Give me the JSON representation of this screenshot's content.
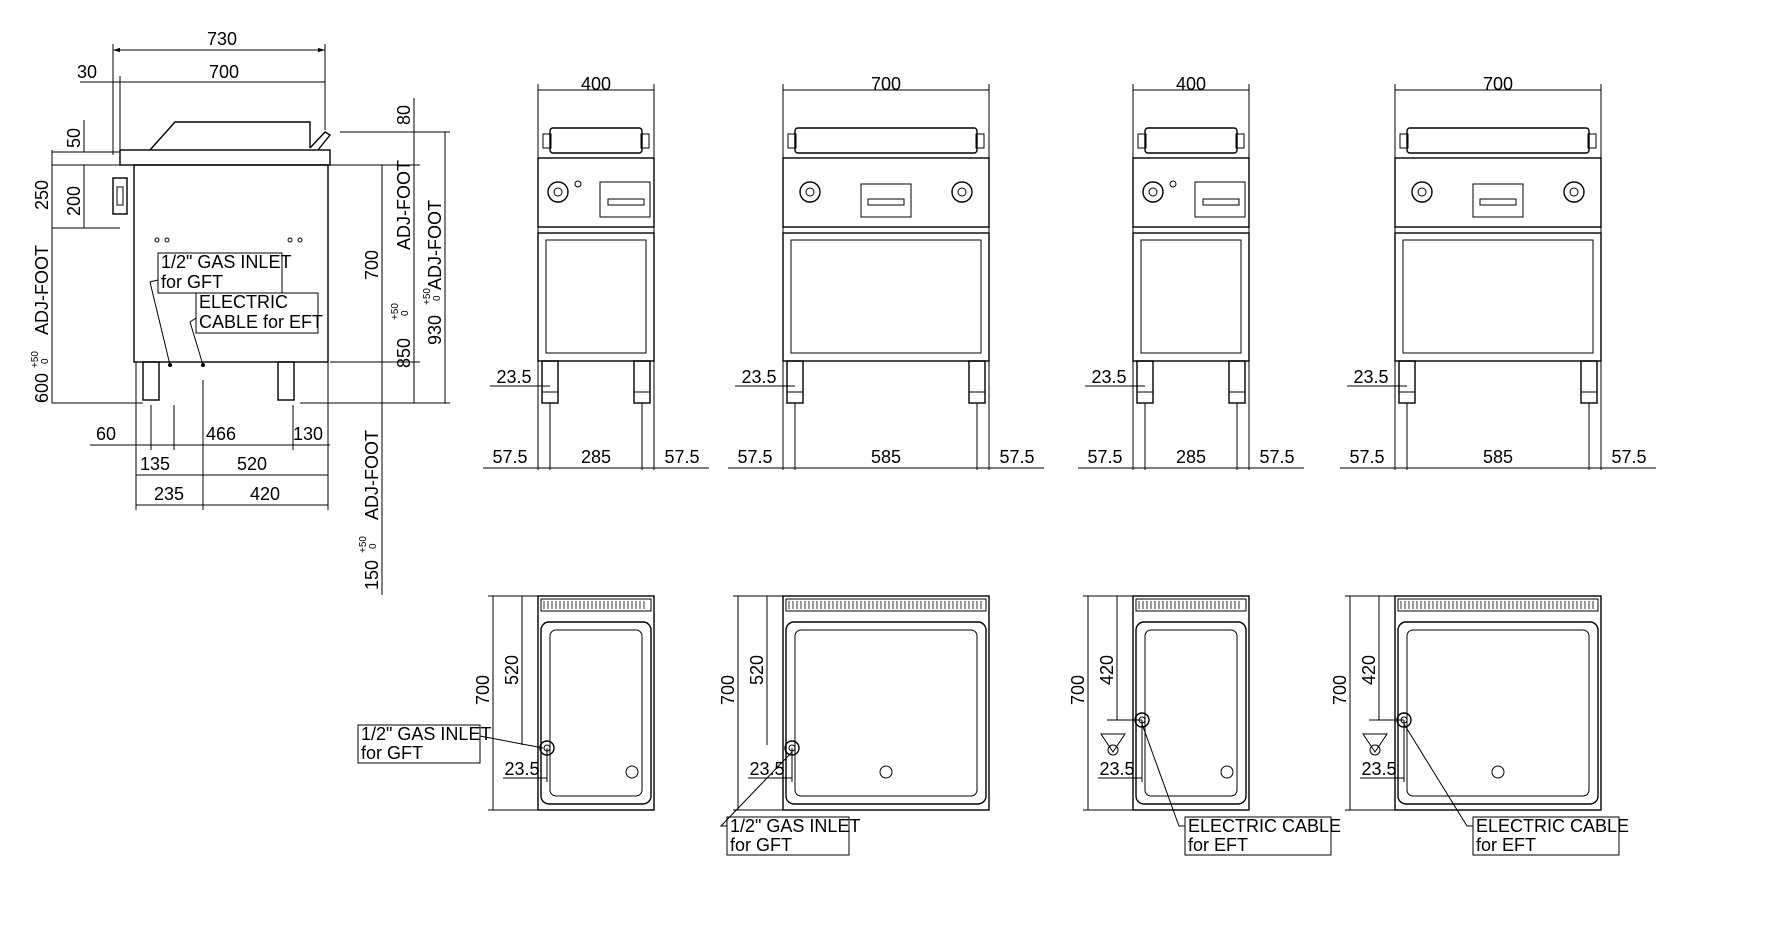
{
  "side_view": {
    "top_dims": [
      "730",
      "30",
      "700"
    ],
    "left_dims": [
      "50",
      "250",
      "200"
    ],
    "adj_foot_left": "ADJ-FOOT",
    "adj_foot_left_value": "600",
    "tol_plus": "+50",
    "tol_zero": "0",
    "callout_gas": [
      "1/2\" GAS INLET",
      "for GFT"
    ],
    "callout_electric": [
      "ELECTRIC",
      "CABLE for EFT"
    ],
    "right_dims": [
      "80",
      "700",
      "850",
      "930"
    ],
    "adj_foot_right_a": "ADJ-FOOT",
    "adj_foot_right_b": "ADJ-FOOT",
    "bottom_dims": [
      "60",
      "466",
      "130",
      "135",
      "520",
      "235",
      "420"
    ],
    "adj_foot_bottom": "ADJ-FOOT",
    "adj_foot_bottom_value": "150"
  },
  "front_views": [
    {
      "width": "400",
      "inner": "285",
      "leg": "23.5",
      "side_left": "57.5",
      "side_right": "57.5"
    },
    {
      "width": "700",
      "inner": "585",
      "leg": "23.5",
      "side_left": "57.5",
      "side_right": "57.5"
    },
    {
      "width": "400",
      "inner": "285",
      "leg": "23.5",
      "side_left": "57.5",
      "side_right": "57.5"
    },
    {
      "width": "700",
      "inner": "585",
      "leg": "23.5",
      "side_left": "57.5",
      "side_right": "57.5"
    }
  ],
  "top_views": [
    {
      "depth": "700",
      "inner": "520",
      "offset": "23.5",
      "callout": [
        "1/2\" GAS INLET",
        "for GFT"
      ]
    },
    {
      "depth": "700",
      "inner": "520",
      "offset": "23.5",
      "callout": [
        "1/2\" GAS INLET",
        "for GFT"
      ]
    },
    {
      "depth": "700",
      "inner": "420",
      "offset": "23.5",
      "callout": [
        "ELECTRIC CABLE",
        "for EFT"
      ]
    },
    {
      "depth": "700",
      "inner": "420",
      "offset": "23.5",
      "callout": [
        "ELECTRIC CABLE",
        "for EFT"
      ]
    }
  ]
}
